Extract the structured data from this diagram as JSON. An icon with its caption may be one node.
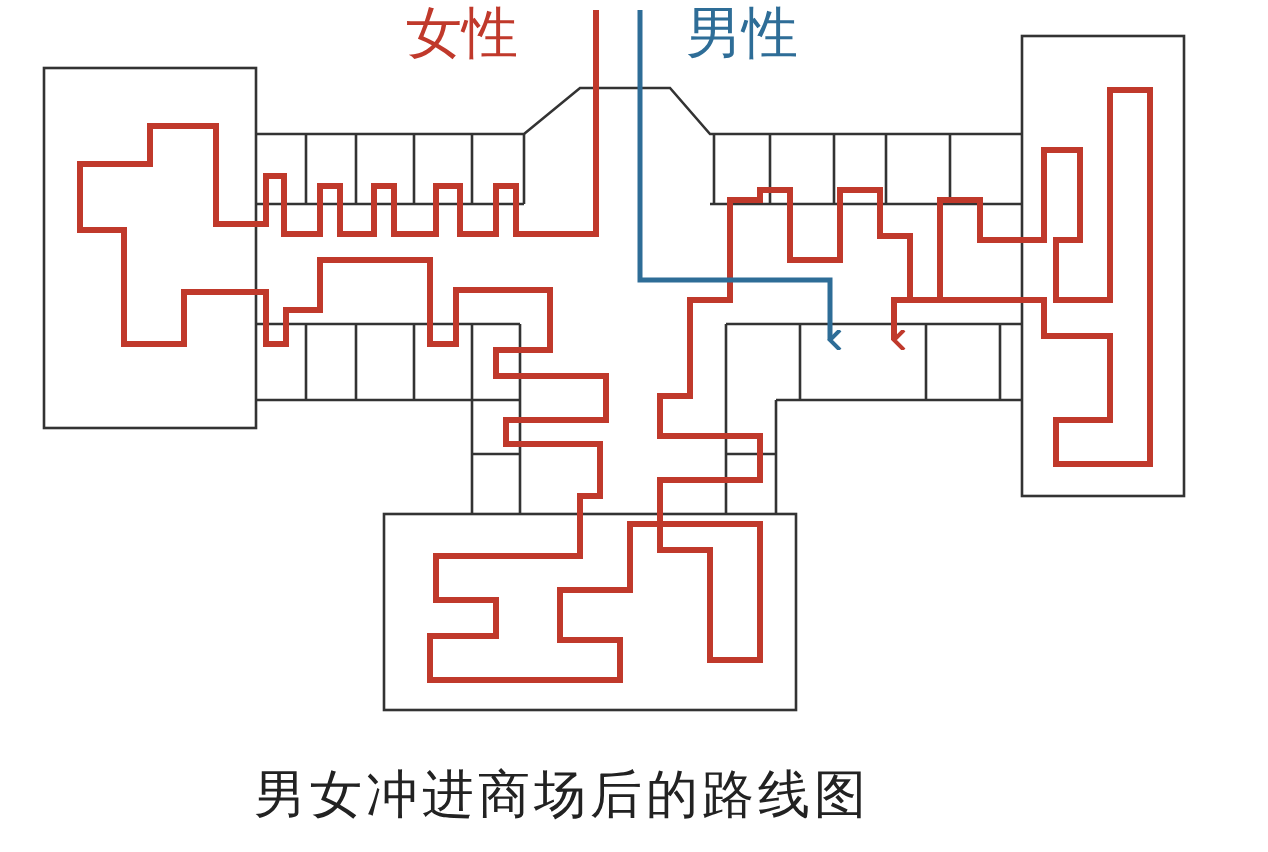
{
  "diagram": {
    "caption": "男女冲进商场后的路线图",
    "labels": [
      "女性",
      "男性"
    ]
  }
}
